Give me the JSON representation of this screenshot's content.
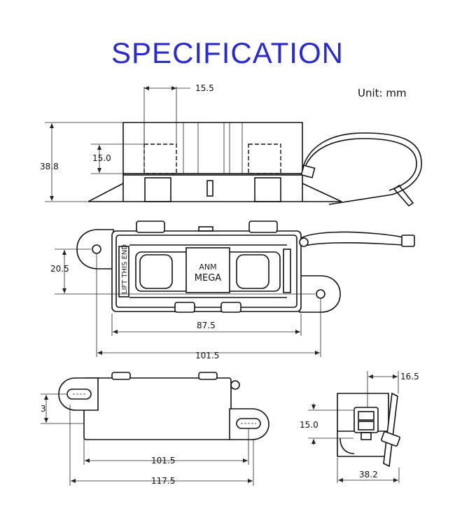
{
  "title": "SPECIFICATION",
  "unit_label": "Unit:  mm",
  "colors": {
    "title": "#2b2bc9",
    "lines": "#111111"
  },
  "front_view": {
    "dimensions": {
      "top_width": "15.5",
      "height": "38.8",
      "window_height": "15.0"
    }
  },
  "top_view": {
    "side_label": "LIFT THIS END",
    "fuse_label_1": "ANM",
    "fuse_label_2": "MEGA",
    "dimensions": {
      "width": "20.5",
      "inner_length": "87.5",
      "outer_length": "101.5"
    }
  },
  "side_view": {
    "dimensions": {
      "left_partial": "3",
      "body_length": "101.5",
      "total_length": "117.5"
    }
  },
  "end_view": {
    "dimensions": {
      "top_width": "16.5",
      "height": "15.0",
      "width": "38.2"
    }
  }
}
